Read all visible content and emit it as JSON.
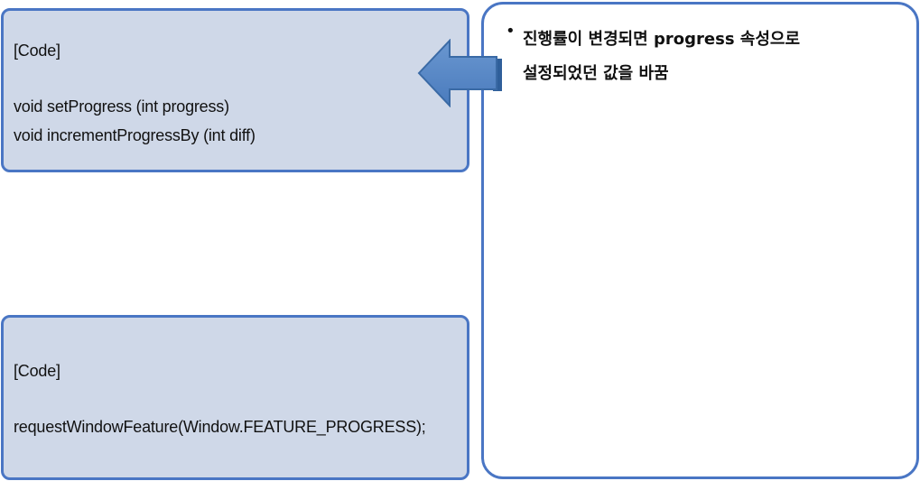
{
  "top_code": {
    "header": "[Code]",
    "line1": "void setProgress (int progress)",
    "line2": "void incrementProgressBy (int diff)"
  },
  "bottom_code": {
    "header": "[Code]",
    "line1": "requestWindowFeature(Window.FEATURE_PROGRESS);"
  },
  "note": {
    "bullet": "•",
    "line1": "진행률이 변경되면 progress 속성으로",
    "line2": "설정되었던 값을 바꿈"
  },
  "arrow": {
    "icon": "left-arrow-icon",
    "fill": "#4f81bd",
    "stroke": "#3a6aa5"
  },
  "colors": {
    "box_fill": "#cfd8e8",
    "box_border": "#4a76c4"
  }
}
